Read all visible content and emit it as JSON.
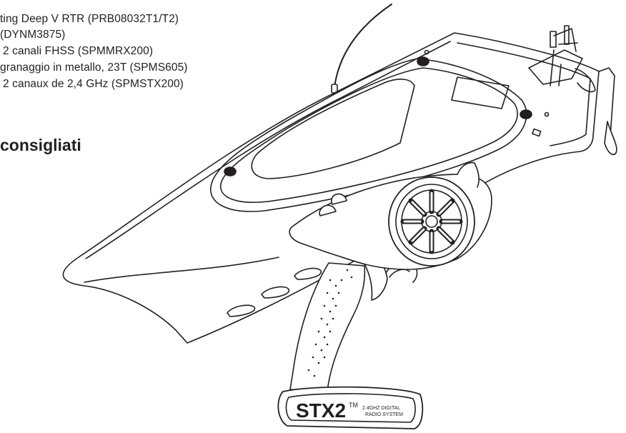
{
  "parts_list": [
    "ting Deep V RTR (PRB08032T1/T2)",
    "(DYNM3875)",
    "2 canali FHSS (SPMMRX200)",
    "granaggio in metallo, 23T (SPMS605)",
    "2 canaux de 2,4 GHz (SPMSTX200)"
  ],
  "section_heading": "consigliati",
  "transmitter": {
    "brand": "STX2",
    "trademark": "TM",
    "subtitle_line1": "2.4GHZ DIGITAL",
    "subtitle_line2": "RADIO SYSTEM"
  },
  "colors": {
    "ink": "#231f20",
    "background": "#ffffff"
  }
}
